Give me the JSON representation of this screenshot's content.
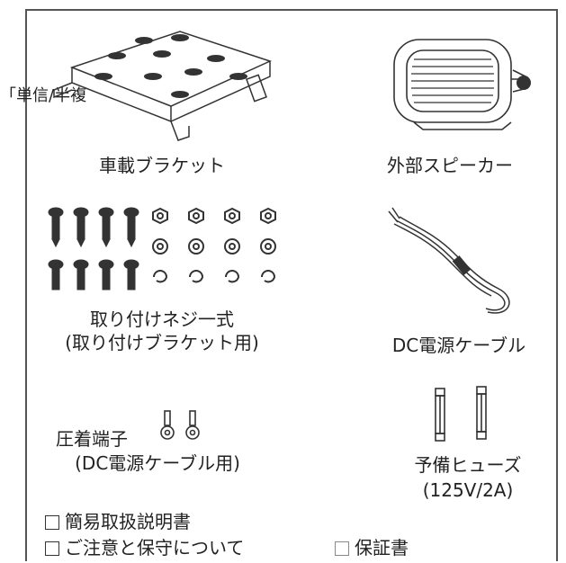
{
  "side_text": "「単信/半複",
  "items": {
    "bracket": "車載ブラケット",
    "speaker": "外部スピーカー",
    "screws_line1": "取り付けネジ一式",
    "screws_line2": "(取り付けブラケット用)",
    "cable": "DC電源ケーブル",
    "terminal_line1": "圧着端子",
    "terminal_line2": "(DC電源ケーブル用)",
    "fuse_line1": "予備ヒューズ",
    "fuse_line2": "(125V/2A)"
  },
  "checklist": {
    "manual": "簡易取扱説明書",
    "notes": "ご注意と保守について",
    "warranty": "保証書"
  }
}
